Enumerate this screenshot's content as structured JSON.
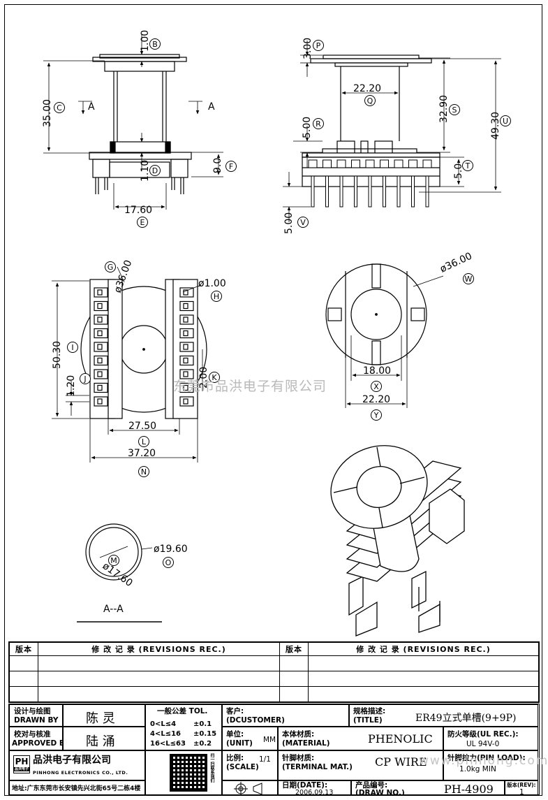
{
  "dimensions": {
    "top_left": [
      "1.00",
      "35.00",
      "1.10",
      "9.0",
      "17.60"
    ],
    "top_right": [
      "3.00",
      "22.20",
      "32.90",
      "49.30",
      "5.00",
      "5.0",
      "5.00"
    ],
    "mid_left": [
      "ø36.00",
      "ø1.00",
      "50.30",
      "1.20",
      "2.00",
      "27.50",
      "37.20"
    ],
    "mid_right": [
      "ø36.00",
      "18.00",
      "22.20"
    ],
    "section": [
      "ø17.60",
      "ø19.60"
    ]
  },
  "callouts": [
    "B",
    "C",
    "D",
    "E",
    "F",
    "G",
    "H",
    "I",
    "J",
    "K",
    "L",
    "M",
    "N",
    "O",
    "P",
    "Q",
    "R",
    "S",
    "T",
    "U",
    "V",
    "W",
    "X",
    "Y"
  ],
  "section_marks": {
    "left": "A",
    "right": "A",
    "view_label": "A--A"
  },
  "watermark": "东莞市品洪电子有限公司",
  "watermark_url": "www.pinhong.com.cn",
  "revisions": {
    "version_label": "版本",
    "record_label": "修 改 记 录 (REVISIONS REC.)",
    "version_label_2": "版本",
    "record_label_2": "修 改 记 录 (REVISIONS REC.)"
  },
  "title_block": {
    "designer_label_cn": "设计与绘图",
    "designer_label_en": "DRAWN BY",
    "designer": "陈  灵",
    "approver_label_cn": "校对与核准",
    "approver_label_en": "APPROVED BY",
    "approver": "陆  涌",
    "tol_label": "一般公差 TOL.",
    "tolerances": [
      {
        "range": "0<L≤4",
        "tol": "±0.1"
      },
      {
        "range": "4<L≤16",
        "tol": "±0.15"
      },
      {
        "range": "16<L≤63",
        "tol": "±0.2"
      }
    ],
    "customer_label": "客户:",
    "customer_label_en": "(DCUSTOMER)",
    "title_label": "规格描述:",
    "title_label_en": "(TITLE)",
    "title": "ER49立式单槽(9+9P)",
    "unit_label": "单位:",
    "unit_label_en": "(UNIT)",
    "unit": "MM",
    "material_label": "本体材质:",
    "material_label_en": "(MATERIAL)",
    "material": "PHENOLIC",
    "fire_label": "防火等级(UL REC.):",
    "fire": "UL 94V-0",
    "scale_label": "比例:",
    "scale_label_en": "(SCALE)",
    "scale": "1/1",
    "terminal_label": "针脚材质:",
    "terminal_label_en": "(TERMINAL MAT.)",
    "terminal": "CP WIRE",
    "pinload_label": "针脚拉力(PIN LOAD):",
    "pinload": "1.0kg MIN",
    "date_label": "日期(DATE):",
    "date": "2006.09.13",
    "drawno_label": "产品编号:",
    "drawno_label_en": "(DRAW NO.)",
    "drawno": "PH-4909",
    "rev_label": "版本(REV):",
    "rev": "1",
    "company_cn": "品洪电子有限公司",
    "company_en": "PINHONG ELECTRONICS CO., LTD.",
    "logo_text": "PH",
    "logo_sub": "品洪电子",
    "address": "地址:广东东莞市长安镇先兴北街65号二栋4楼",
    "qr_caption": "扫一扫联系我们"
  }
}
